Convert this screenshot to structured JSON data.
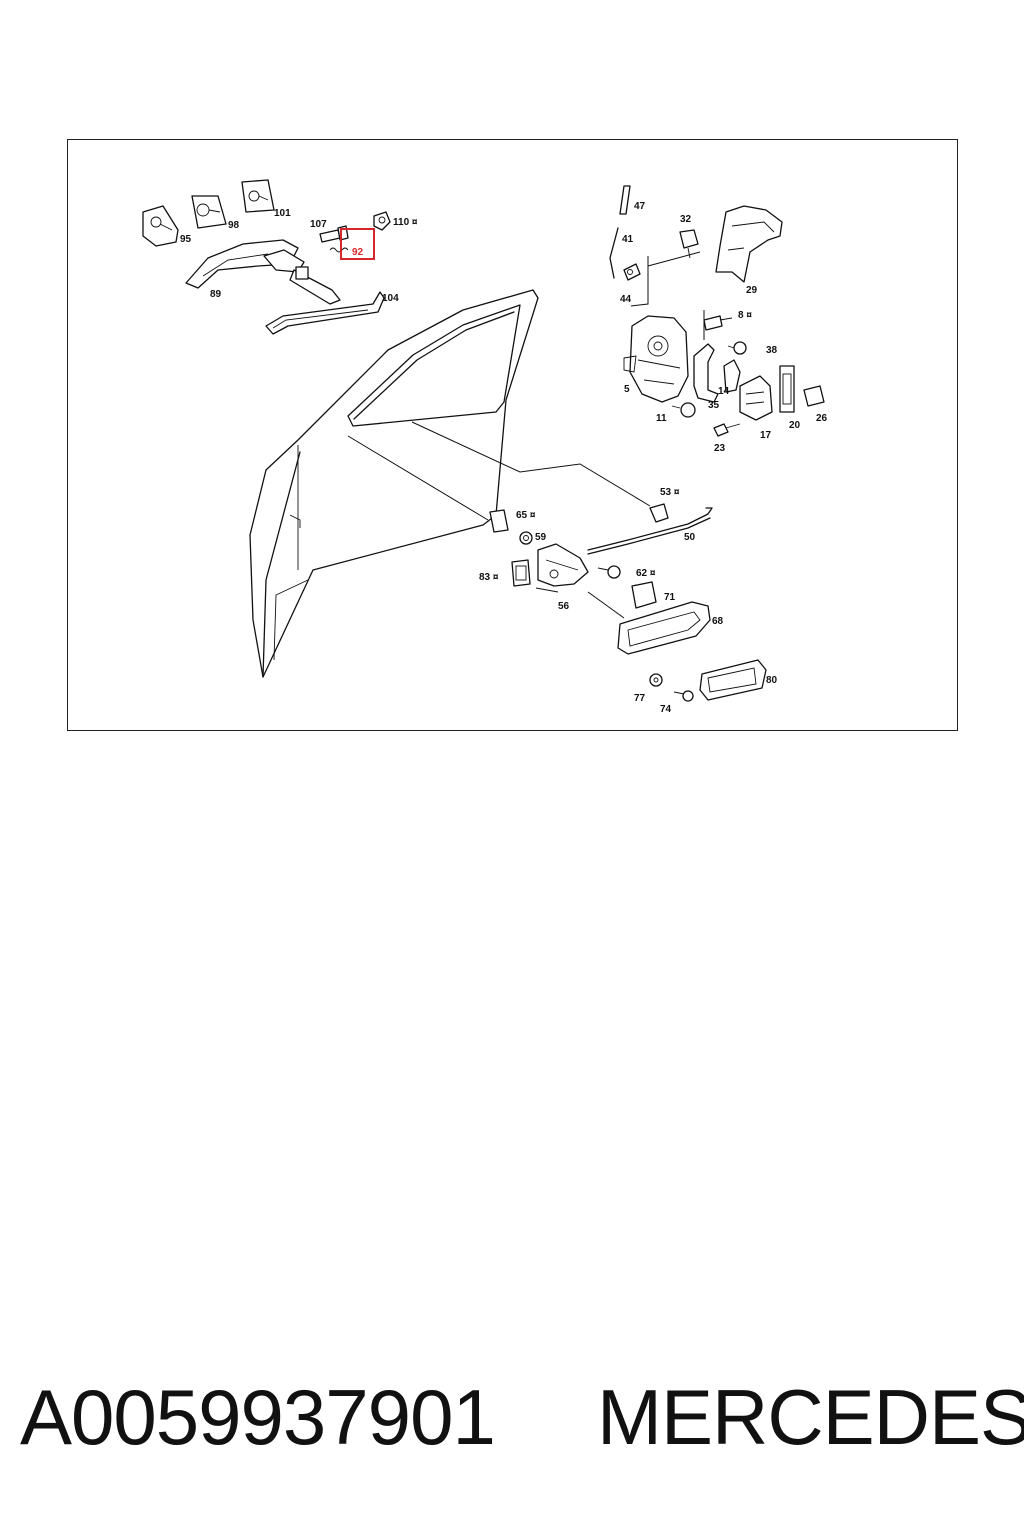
{
  "diagram": {
    "highlighted_part": "92",
    "labels": [
      {
        "id": "95",
        "text": "95"
      },
      {
        "id": "98",
        "text": "98"
      },
      {
        "id": "101",
        "text": "101"
      },
      {
        "id": "107",
        "text": "107"
      },
      {
        "id": "110",
        "text": "110 ¤"
      },
      {
        "id": "92",
        "text": "92"
      },
      {
        "id": "89",
        "text": "89"
      },
      {
        "id": "104",
        "text": "104"
      },
      {
        "id": "47",
        "text": "47"
      },
      {
        "id": "41",
        "text": "41"
      },
      {
        "id": "44",
        "text": "44"
      },
      {
        "id": "32",
        "text": "32"
      },
      {
        "id": "29",
        "text": "29"
      },
      {
        "id": "8",
        "text": "8 ¤"
      },
      {
        "id": "38",
        "text": "38"
      },
      {
        "id": "5",
        "text": "5"
      },
      {
        "id": "14",
        "text": "14"
      },
      {
        "id": "35",
        "text": "35"
      },
      {
        "id": "11",
        "text": "11"
      },
      {
        "id": "17",
        "text": "17"
      },
      {
        "id": "20",
        "text": "20"
      },
      {
        "id": "26",
        "text": "26"
      },
      {
        "id": "23",
        "text": "23"
      },
      {
        "id": "53",
        "text": "53 ¤"
      },
      {
        "id": "50",
        "text": "50"
      },
      {
        "id": "65",
        "text": "65 ¤"
      },
      {
        "id": "59",
        "text": "59"
      },
      {
        "id": "83",
        "text": "83 ¤"
      },
      {
        "id": "62",
        "text": "62 ¤"
      },
      {
        "id": "71",
        "text": "71"
      },
      {
        "id": "56",
        "text": "56"
      },
      {
        "id": "68",
        "text": "68"
      },
      {
        "id": "80",
        "text": "80"
      },
      {
        "id": "77",
        "text": "77"
      },
      {
        "id": "74",
        "text": "74"
      }
    ]
  },
  "footer": {
    "part_number": "A0059937901",
    "brand": "MERCEDES"
  }
}
